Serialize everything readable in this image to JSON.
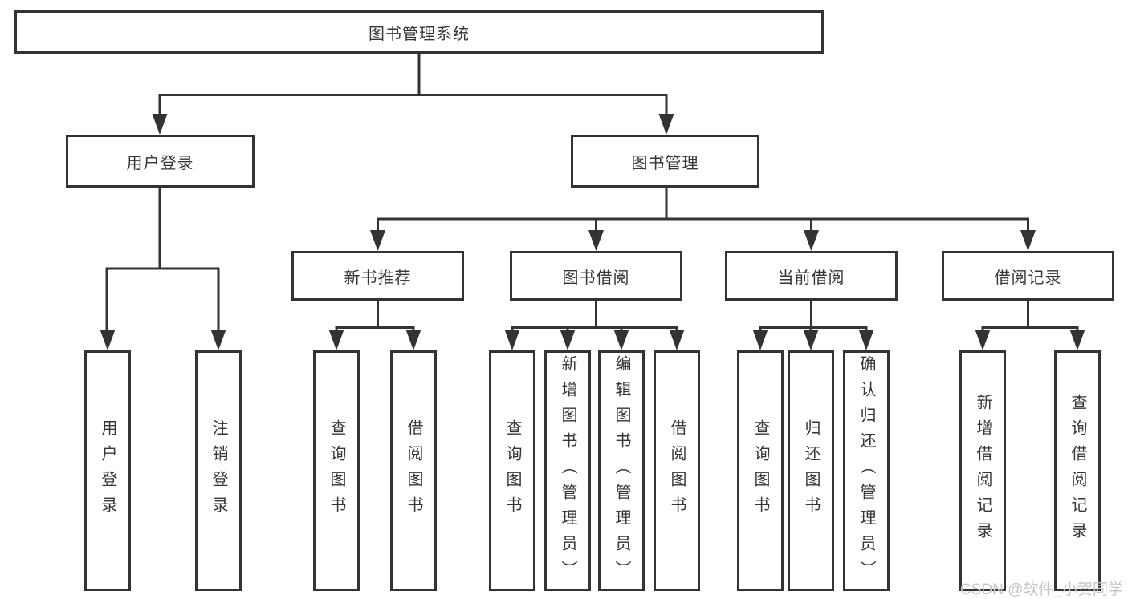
{
  "diagram": {
    "root": "图书管理系统",
    "user_login": {
      "label": "用户登录",
      "children": {
        "login": "用户登录",
        "logout": "注销登录"
      }
    },
    "book_management": {
      "label": "图书管理",
      "new_book_recommend": {
        "label": "新书推荐",
        "children": {
          "query_book": "查询图书",
          "borrow_book": "借阅图书"
        }
      },
      "book_borrow": {
        "label": "图书借阅",
        "children": {
          "query_book": "查询图书",
          "add_book": "新增图书（管理员）",
          "edit_book": "编辑图书（管理员）",
          "borrow_book": "借阅图书"
        }
      },
      "current_borrow": {
        "label": "当前借阅",
        "children": {
          "query_book": "查询图书",
          "return_book": "归还图书",
          "confirm_return": "确认归还（管理员）"
        }
      },
      "borrow_records": {
        "label": "借阅记录",
        "children": {
          "add_record": "新增借阅记录",
          "query_record": "查询借阅记录"
        }
      }
    },
    "watermark": "CSDN @软件_小贺同学"
  },
  "colors": {
    "line": "#333333",
    "text": "#363636",
    "background": "#ffffff",
    "watermark": "#c5c5c5"
  }
}
